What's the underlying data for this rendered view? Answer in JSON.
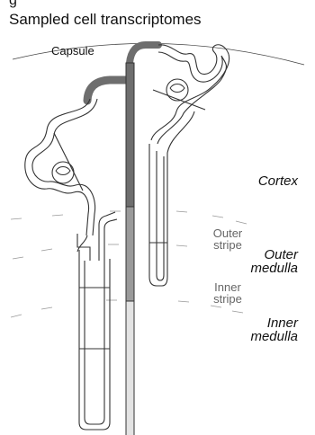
{
  "figure": {
    "panel_letter": "g",
    "title": "Sampled cell transcriptomes"
  },
  "labels": {
    "capsule": "Capsule",
    "cortex": "Cortex",
    "outer_stripe": [
      "Outer",
      "stripe"
    ],
    "outer_medulla": [
      "Outer",
      "medulla"
    ],
    "inner_stripe": [
      "Inner",
      "stripe"
    ],
    "inner_medulla": [
      "Inner",
      "medulla"
    ]
  },
  "colors": {
    "outline": "#333333",
    "duct_cortex": "#6e6e6e",
    "duct_outer_medulla": "#9a9a9a",
    "duct_inner_stripe": "#bdbdbd",
    "duct_inner_medulla": "#e3e3e3",
    "boundary_dash": "#999999"
  }
}
